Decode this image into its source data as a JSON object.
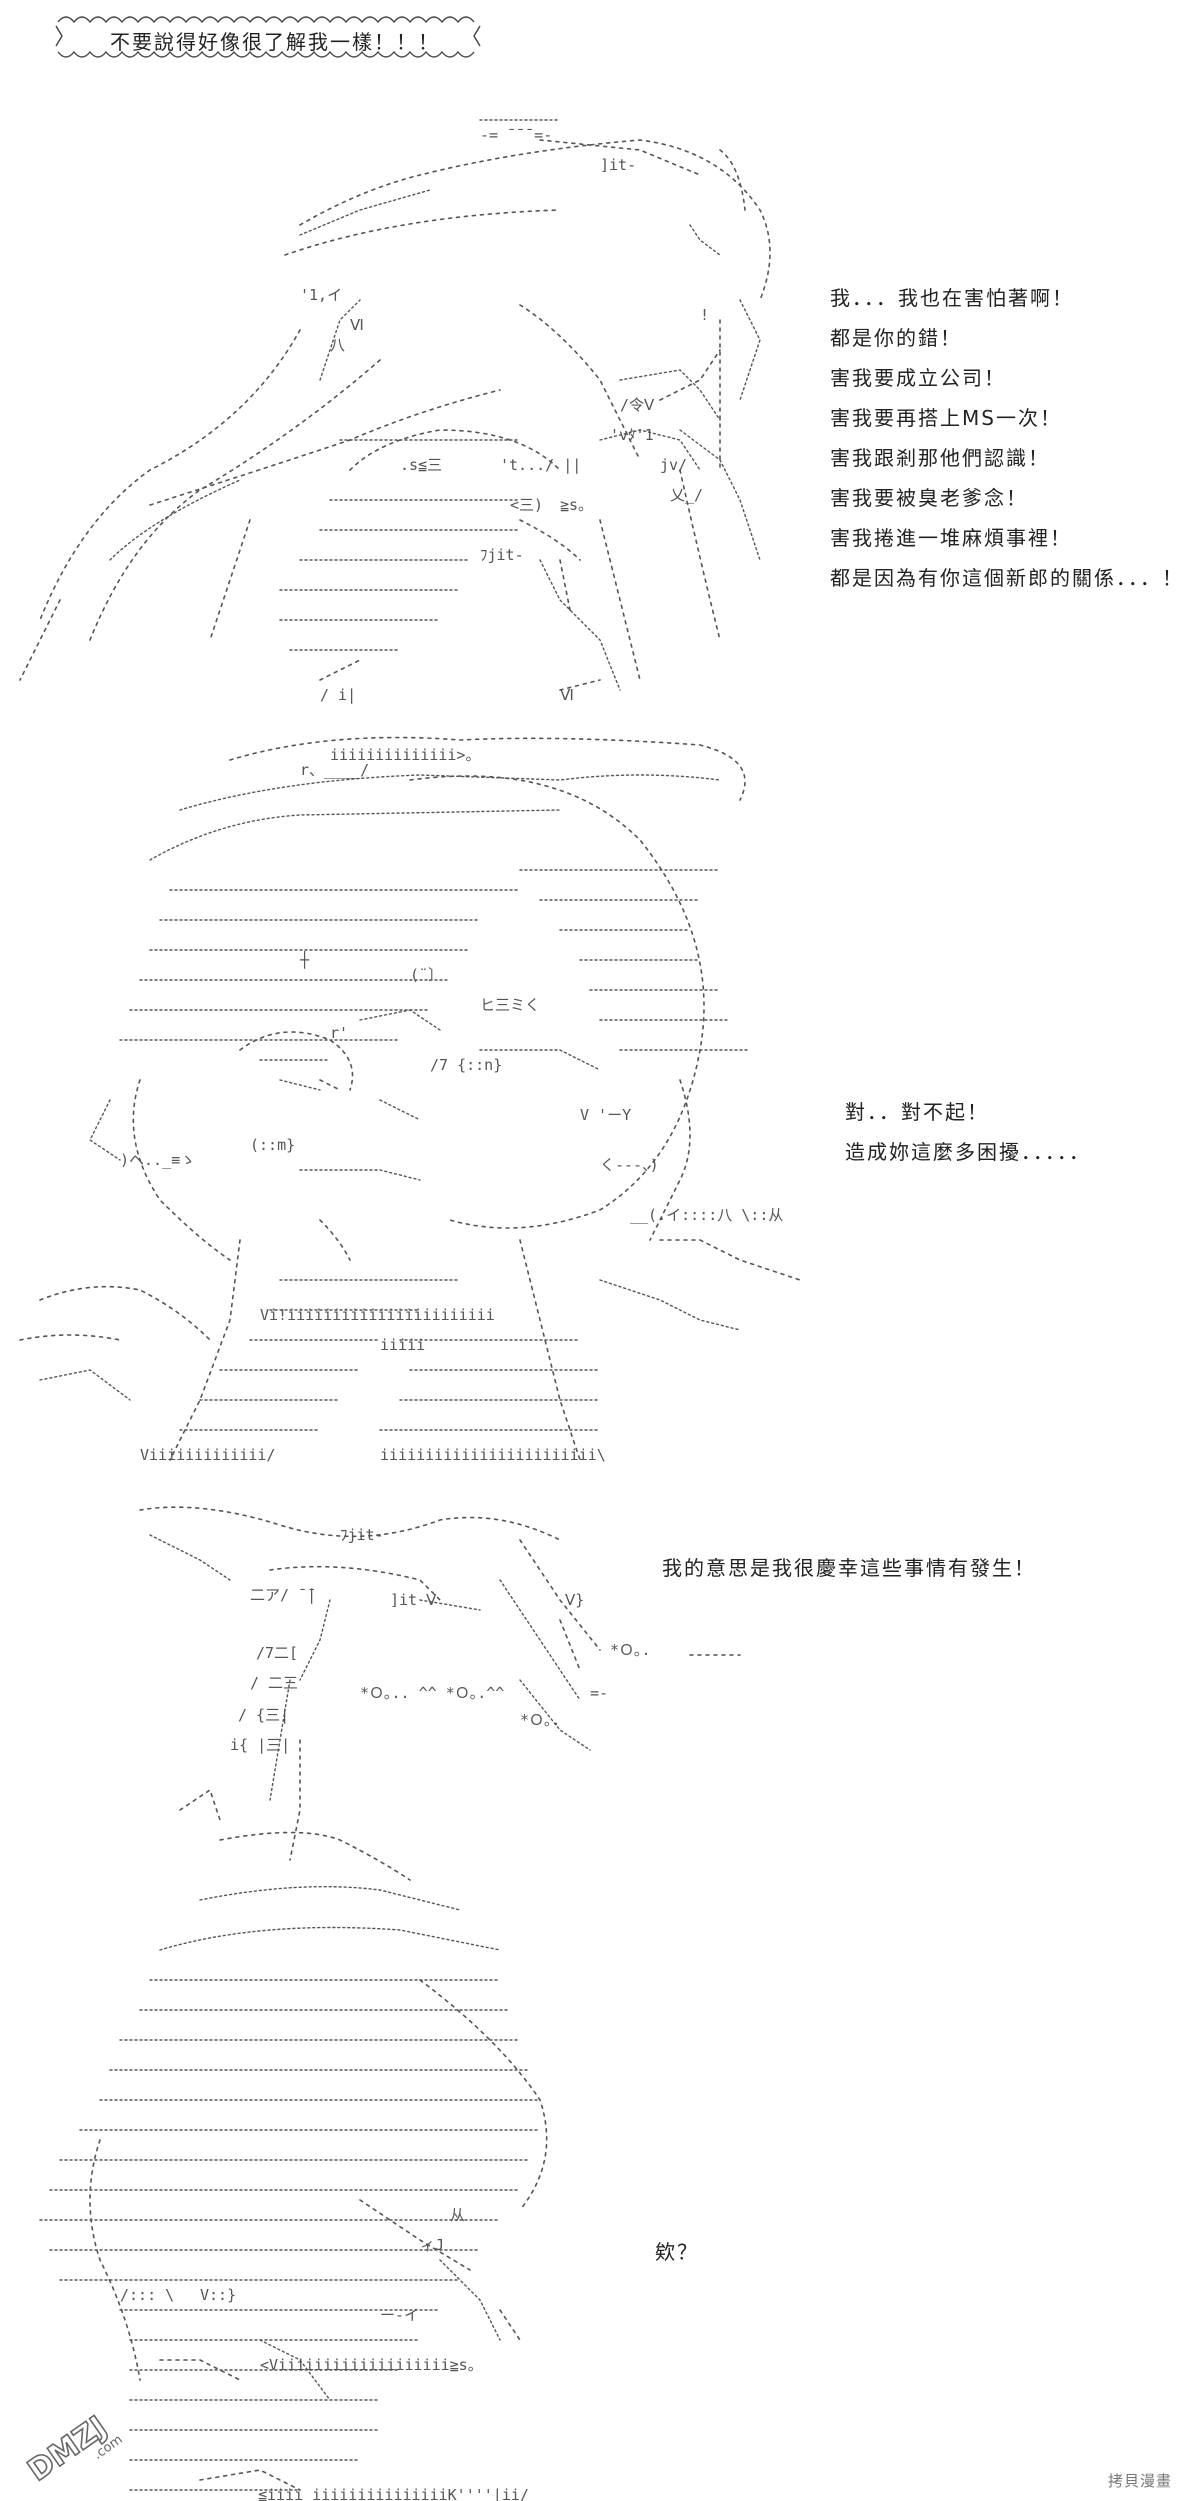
{
  "panels": [
    {
      "speech_bubble": "不要說得好像很了解我一樣！！！",
      "dialogue": [
        "我．．．我也在害怕著啊！",
        "都是你的錯！",
        "害我要成立公司！",
        "害我要再搭上MS一次！",
        "害我跟剎那他們認識！",
        "害我要被臭老爹念！",
        "害我捲進一堆麻煩事裡！",
        "都是因為有你這個新郎的關係．．．！"
      ]
    },
    {
      "dialogue": [
        "對．．對不起！",
        "造成妳這麼多困擾．．．．．"
      ]
    },
    {
      "dialogue": [
        "我的意思是我很慶幸這些事情有發生！"
      ]
    },
    {
      "dialogue": [
        "欸？"
      ]
    }
  ],
  "watermarks": {
    "logo_main": "DMZJ",
    "logo_sub": ".com",
    "corner": "拷貝漫畫"
  },
  "colors": {
    "text": "#222222",
    "line_art": "#555555",
    "background": "#ffffff"
  }
}
